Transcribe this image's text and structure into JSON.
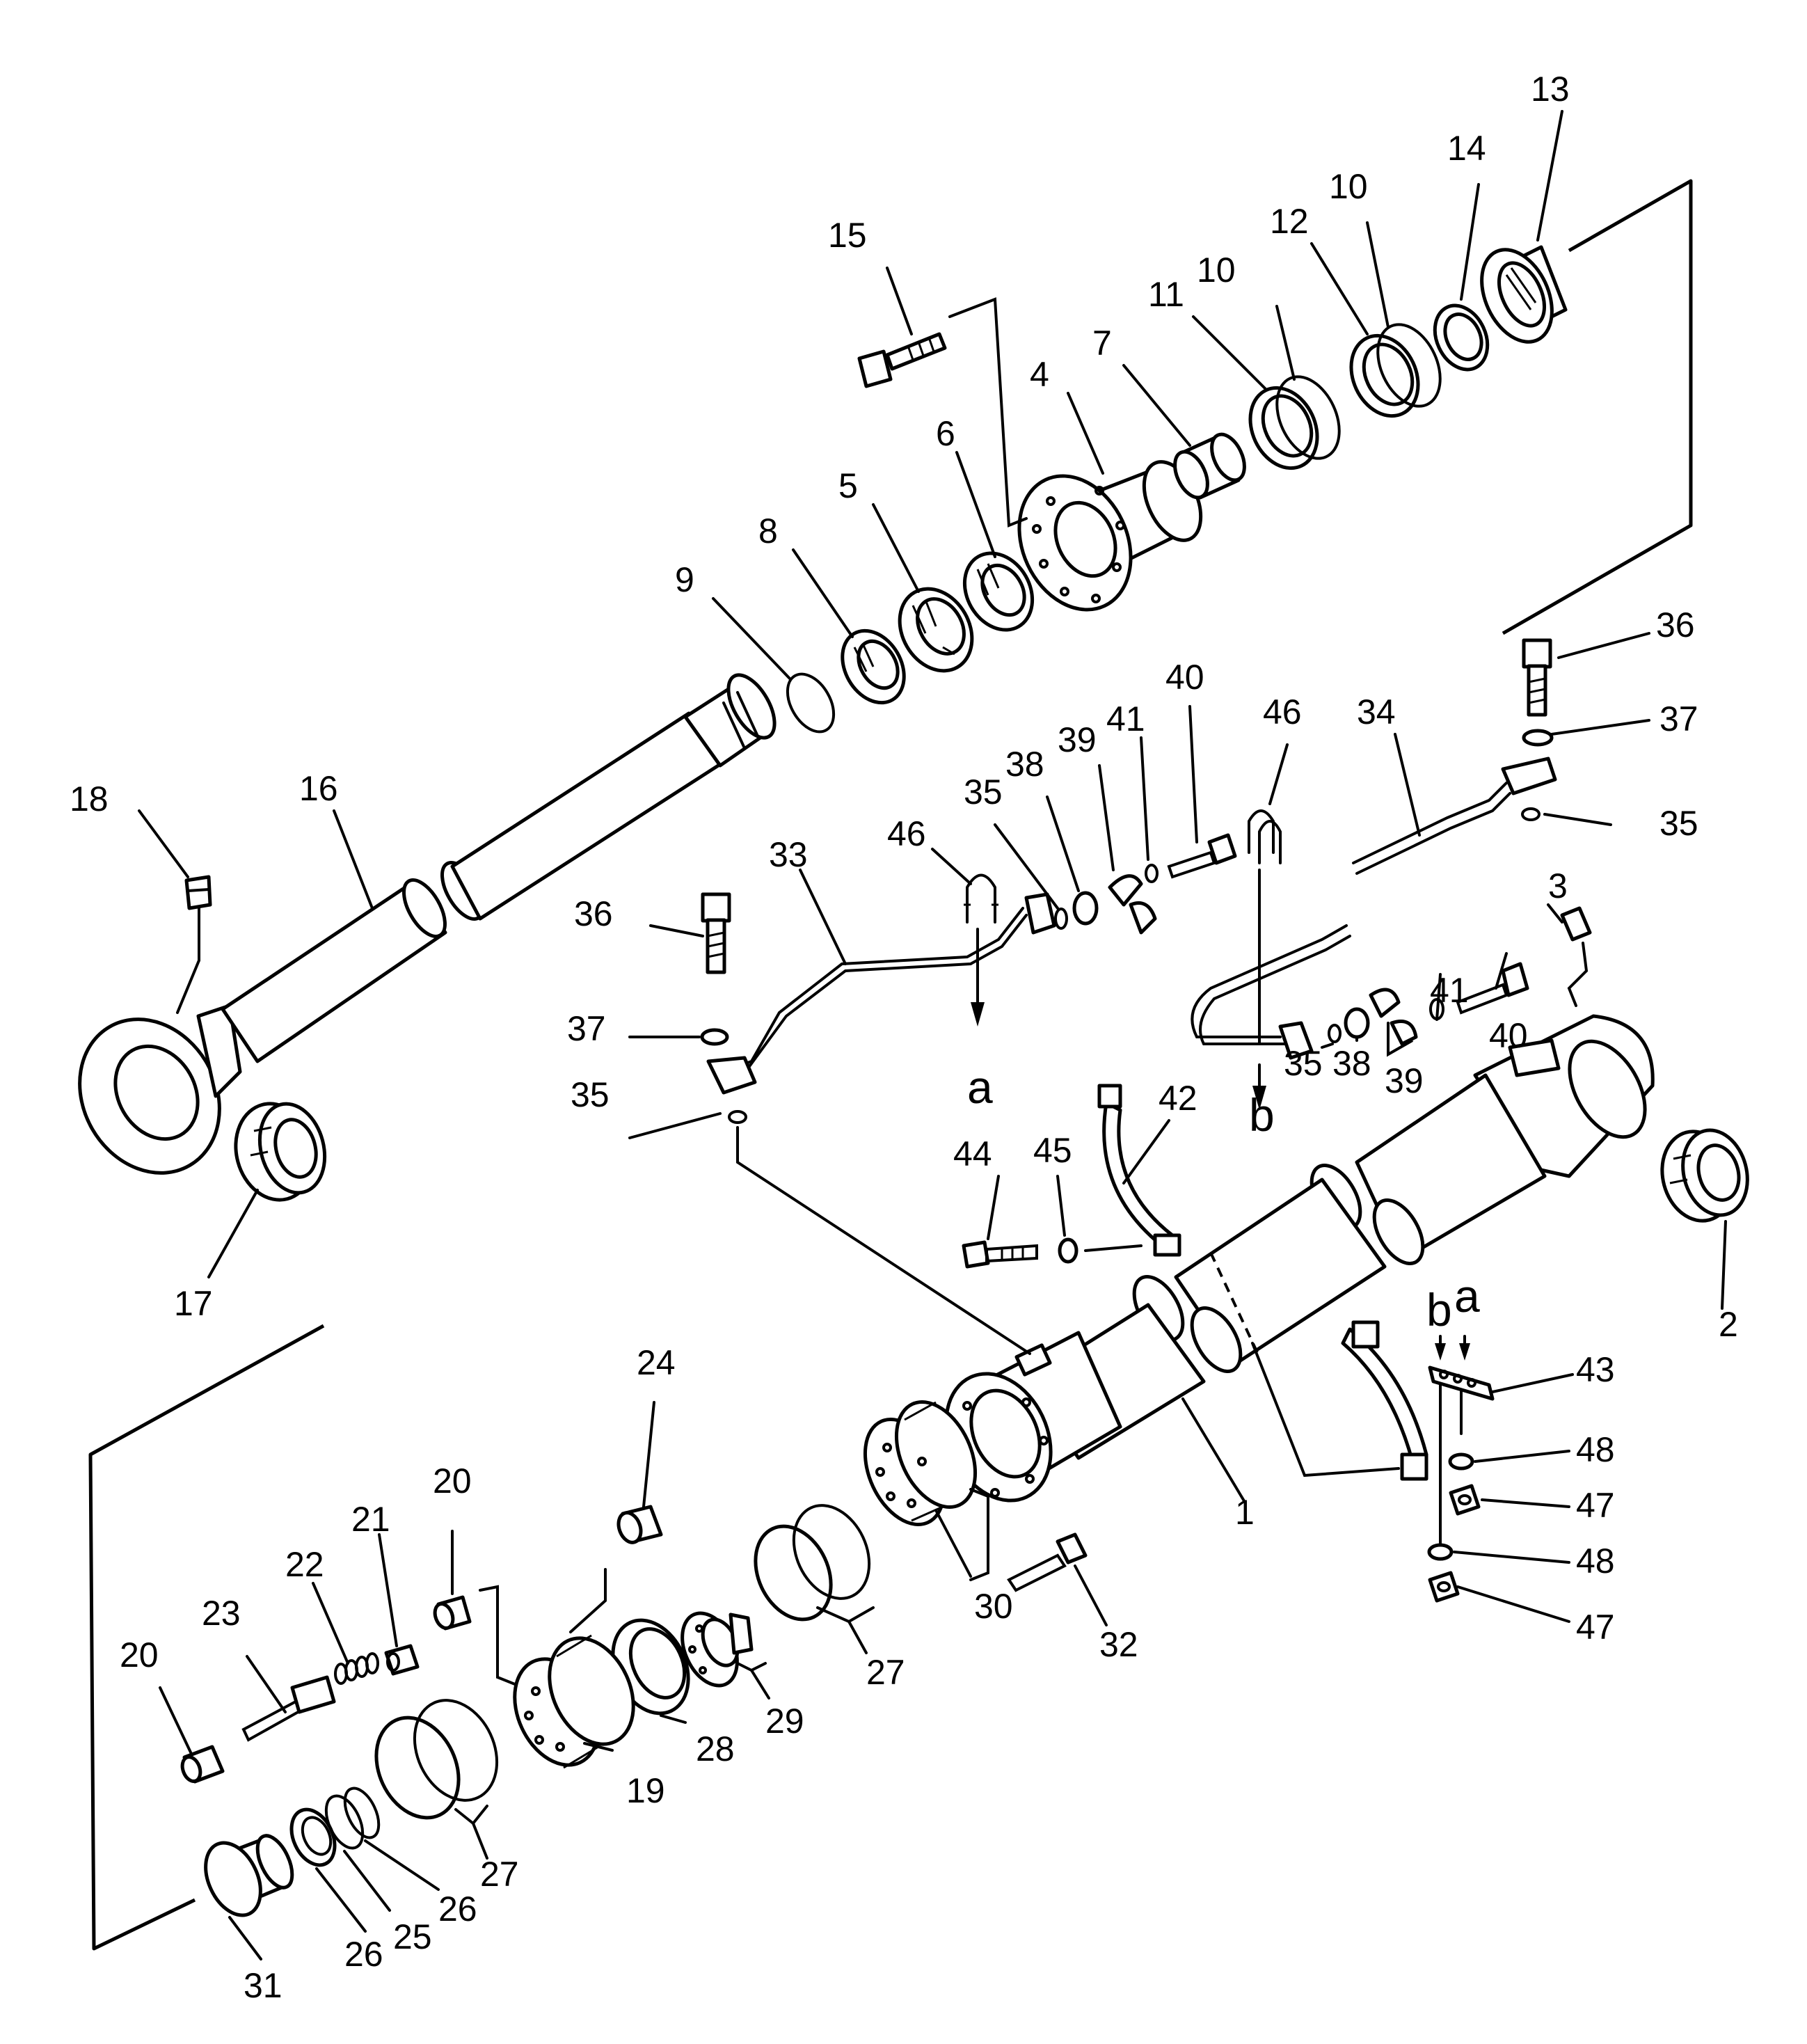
{
  "callouts": {
    "c1": "1",
    "c2": "2",
    "c3": "3",
    "c4": "4",
    "c5": "5",
    "c6": "6",
    "c7": "7",
    "c8": "8",
    "c9": "9",
    "c10a": "10",
    "c10b": "10",
    "c11": "11",
    "c12": "12",
    "c13": "13",
    "c14": "14",
    "c15": "15",
    "c16": "16",
    "c17": "17",
    "c18": "18",
    "c19": "19",
    "c20a": "20",
    "c20b": "20",
    "c21": "21",
    "c22": "22",
    "c23": "23",
    "c24": "24",
    "c25": "25",
    "c26a": "26",
    "c26b": "26",
    "c27a": "27",
    "c27b": "27",
    "c28": "28",
    "c29": "29",
    "c30": "30",
    "c31": "31",
    "c32": "32",
    "c33": "33",
    "c34": "34",
    "c35a": "35",
    "c35b": "35",
    "c35c": "35",
    "c35d": "35",
    "c36a": "36",
    "c36b": "36",
    "c37a": "37",
    "c37b": "37",
    "c38a": "38",
    "c38b": "38",
    "c39a": "39",
    "c39b": "39",
    "c40a": "40",
    "c40b": "40",
    "c41a": "41",
    "c41b": "41",
    "c42": "42",
    "c43": "43",
    "c44": "44",
    "c45": "45",
    "c46a": "46",
    "c46b": "46",
    "c47a": "47",
    "c47b": "47",
    "c48a": "48",
    "c48b": "48"
  },
  "connection_labels": {
    "a_pipe": "a",
    "b_pipe": "b",
    "b_clamp": "b",
    "a_clamp": "a"
  }
}
